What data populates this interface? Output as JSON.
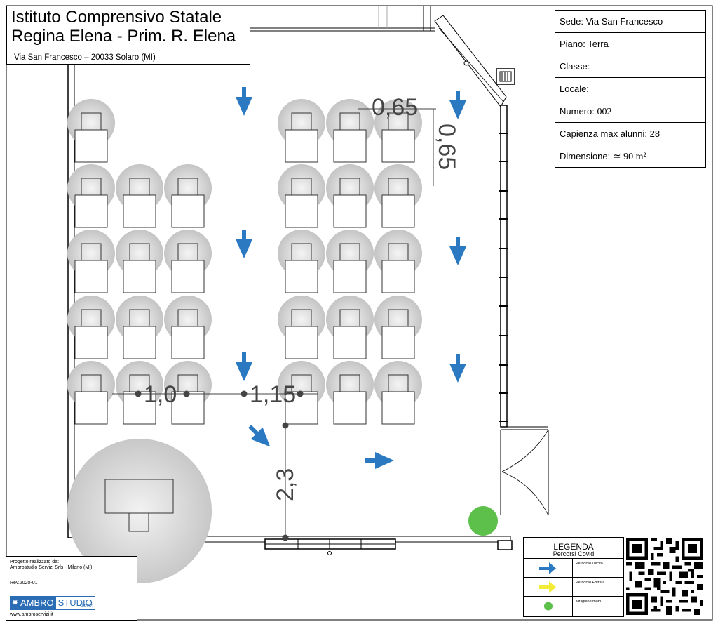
{
  "title_block": {
    "line1": "Istituto Comprensivo Statale",
    "line2": "Regina Elena - Prim. R. Elena",
    "address": "Via San Francesco – 20033 Solaro (MI)"
  },
  "room_info": {
    "sede": "Sede:  Via San Francesco",
    "piano": "Piano: Terra",
    "classe": "Classe:",
    "locale": "Locale:",
    "numero_label": "Numero: ",
    "numero_value": "002",
    "capienza": "Capienza max alunni: 28",
    "dimensione_label": "Dimensione: ",
    "dimensione_value": "≃ 90 m²"
  },
  "dimensions": {
    "top_horizontal": "0,65",
    "top_vertical": "0,65",
    "left_gap": "1,0",
    "aisle_gap": "1,15",
    "teacher_distance": "2,3"
  },
  "legend": {
    "title": "LEGENDA",
    "subtitle": "Percorsi Covid",
    "items": [
      {
        "label": "Percorso Uscita",
        "color": "#2a79c1"
      },
      {
        "label": "Percorso Entrata",
        "color": "#f2ec36"
      },
      {
        "label": "Kit igiene mani",
        "color": "#5cc04a"
      }
    ]
  },
  "credits": {
    "line1": "Progetto realizzato da:",
    "line2": "Ambrostudio Servizi Srls - Milano (MI)",
    "revision": "Rev.2020-01",
    "logo_left": "AMBRO",
    "logo_right": "STUDIO",
    "logo_small": "SERVIZI",
    "website": "www.ambroservizi.it"
  },
  "colors": {
    "exit_arrow": "#2a79c1",
    "sanitizer": "#5cc04a",
    "desk_halo": "#c8c8c8"
  },
  "icons": [
    "desk-icon",
    "exit-arrow-icon",
    "sanitizer-kit-icon",
    "door-icon",
    "qr-code-icon"
  ]
}
